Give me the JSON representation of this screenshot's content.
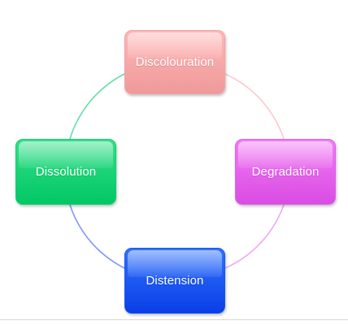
{
  "diagram": {
    "nodes": [
      {
        "label": "Discolouration",
        "color": "#f4a7a7"
      },
      {
        "label": "Degradation",
        "color": "#e55ef0"
      },
      {
        "label": "Distension",
        "color": "#1448f5"
      },
      {
        "label": "Dissolution",
        "color": "#00d46e"
      }
    ],
    "connector_colors": {
      "top_to_right": "#ffc0cc",
      "right_to_bottom": "#e8a0ee",
      "bottom_to_left": "#7a90f5",
      "left_to_top": "#5cdca0"
    }
  }
}
